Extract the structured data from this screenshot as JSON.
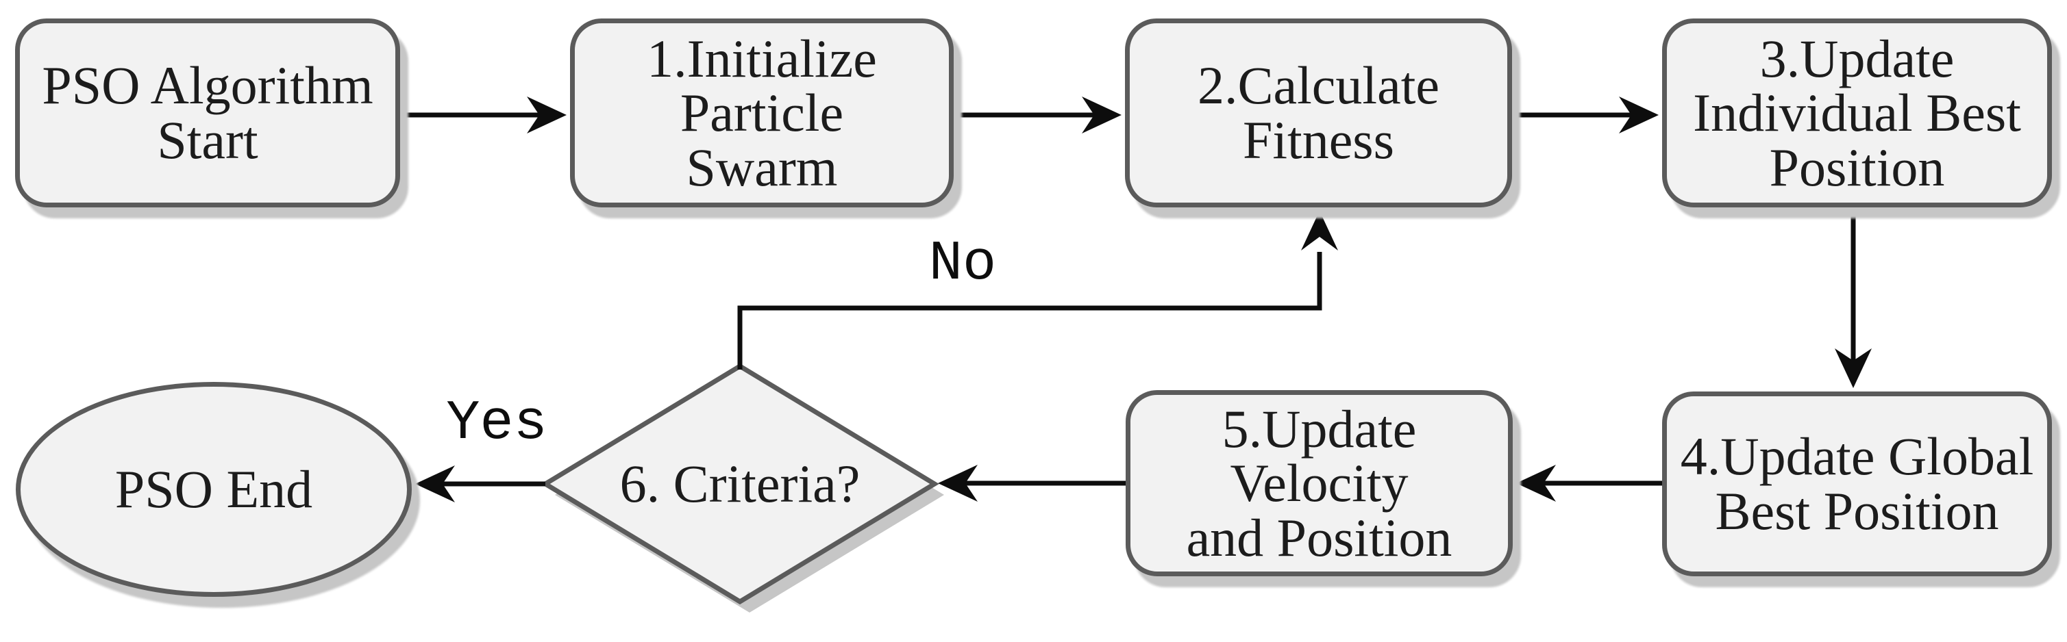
{
  "diagram": {
    "type": "flowchart",
    "colors": {
      "background": "#ffffff",
      "node_fill": "#f2f2f2",
      "node_border": "#5b5b5b",
      "shadow": "#c6c6c6",
      "arrow": "#0d0d0d",
      "text": "#1c1c1c"
    },
    "nodes": [
      {
        "id": "start",
        "shape": "rounded-rectangle",
        "label": "PSO Algorithm Start",
        "lines": [
          "PSO Algorithm",
          "Start"
        ]
      },
      {
        "id": "init",
        "shape": "rounded-rectangle",
        "label": "1.Initialize Particle Swarm",
        "lines": [
          "1.Initialize Particle",
          "Swarm"
        ]
      },
      {
        "id": "fitness",
        "shape": "rounded-rectangle",
        "label": "2.Calculate Fitness",
        "lines": [
          "2.Calculate",
          "Fitness"
        ]
      },
      {
        "id": "ibest",
        "shape": "rounded-rectangle",
        "label": "3.Update Individual Best Position",
        "lines": [
          "3.Update",
          "Individual Best",
          "Position"
        ]
      },
      {
        "id": "gbest",
        "shape": "rounded-rectangle",
        "label": "4.Update Global Best Position",
        "lines": [
          "4.Update Global",
          "Best Position"
        ]
      },
      {
        "id": "velocity",
        "shape": "rounded-rectangle",
        "label": "5.Update Velocity and Position",
        "lines": [
          "5.Update Velocity",
          "and Position"
        ]
      },
      {
        "id": "criteria",
        "shape": "diamond",
        "label": "6. Criteria?",
        "lines": [
          "6. Criteria?"
        ]
      },
      {
        "id": "end",
        "shape": "ellipse",
        "label": "PSO End",
        "lines": [
          "PSO End"
        ]
      }
    ],
    "edges": [
      {
        "from": "start",
        "to": "init",
        "label": ""
      },
      {
        "from": "init",
        "to": "fitness",
        "label": ""
      },
      {
        "from": "fitness",
        "to": "ibest",
        "label": ""
      },
      {
        "from": "ibest",
        "to": "gbest",
        "label": ""
      },
      {
        "from": "gbest",
        "to": "velocity",
        "label": ""
      },
      {
        "from": "velocity",
        "to": "criteria",
        "label": ""
      },
      {
        "from": "criteria",
        "to": "end",
        "label": "Yes"
      },
      {
        "from": "criteria",
        "to": "fitness",
        "label": "No"
      }
    ]
  }
}
